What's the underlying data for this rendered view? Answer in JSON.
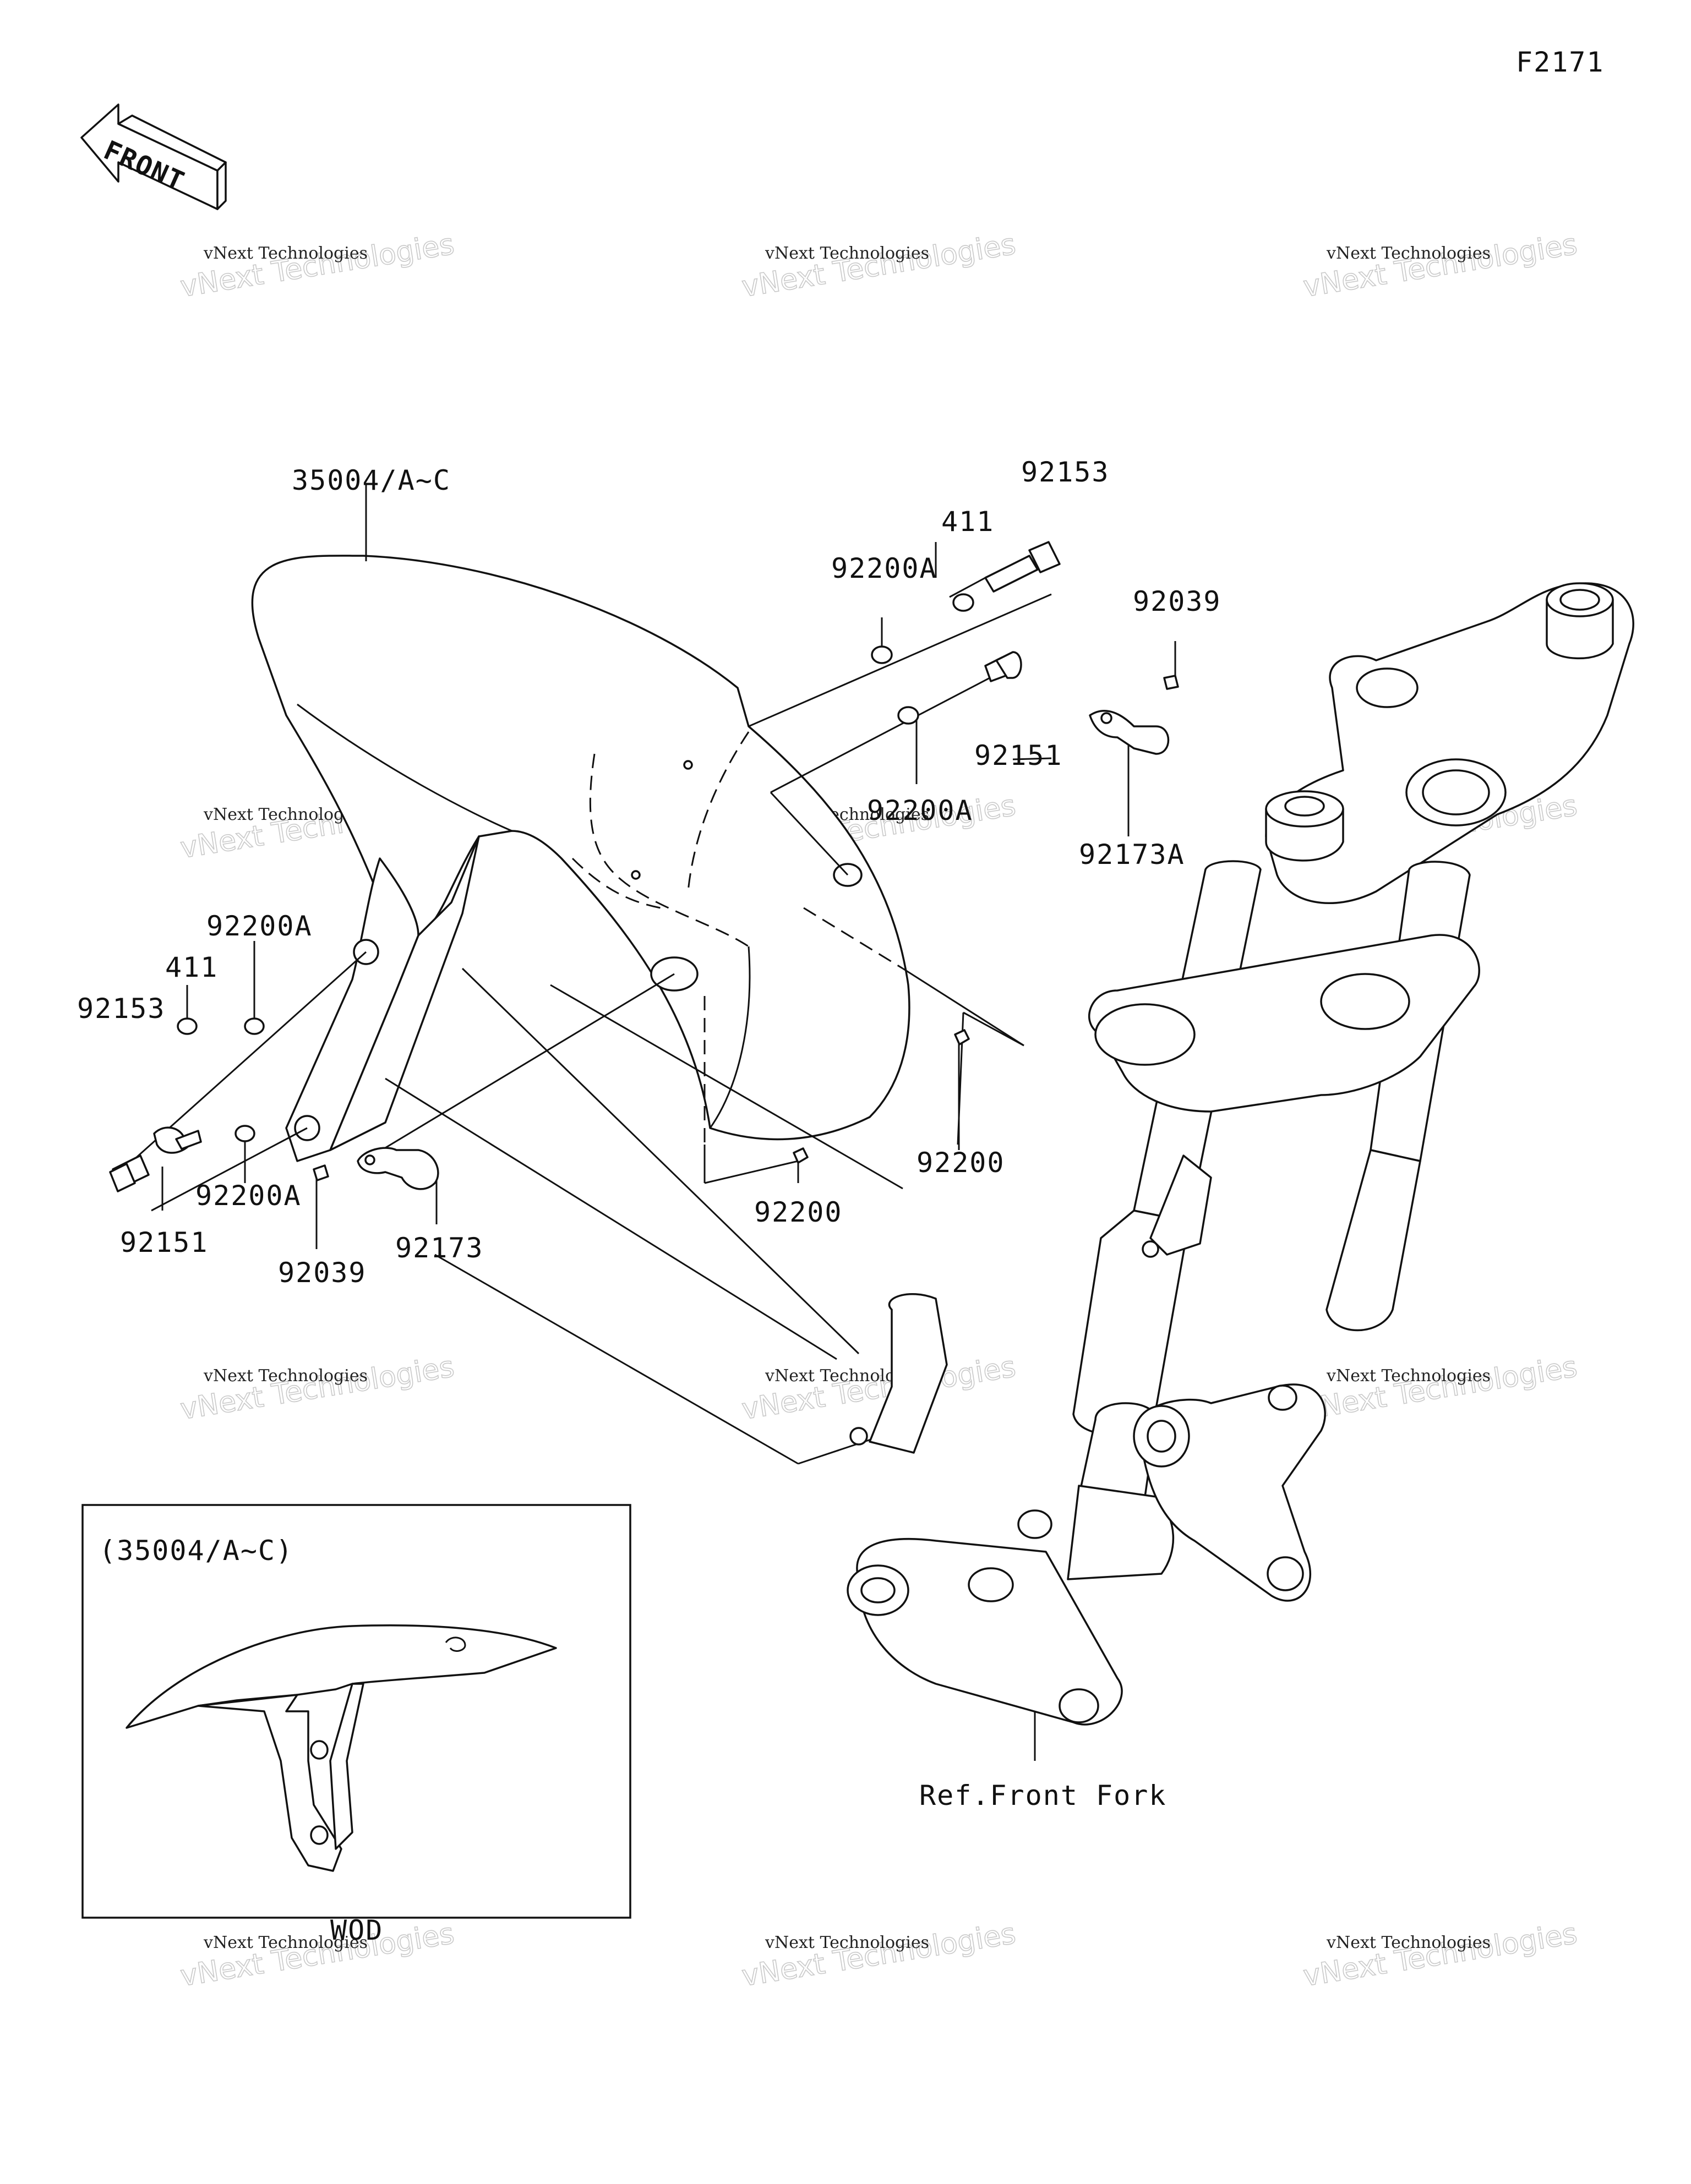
{
  "figure_code": "F2171",
  "front_arrow_text": "FRONT",
  "watermark": {
    "line1": "vNext Technologies",
    "big": "vNext Technologies"
  },
  "labels": {
    "fender_main": "35004/A~C",
    "bolt_top_right": "92153",
    "part_411_top": "411",
    "washer_92200a_top": "92200A",
    "screw_92039_top": "92039",
    "bolt_92151_top": "92151",
    "washer_92200a_mid": "92200A",
    "clamp_92173a": "92173A",
    "washer_92200a_left": "92200A",
    "part_411_left": "411",
    "bolt_92153_left": "92153",
    "nut_92200_right": "92200",
    "nut_92200_bottom": "92200",
    "washer_92200a_lower": "92200A",
    "bolt_92151_left": "92151",
    "screw_92039_left": "92039",
    "clamp_92173": "92173",
    "inset_title": "(35004/A~C)",
    "inset_caption": "WOD",
    "front_fork_ref": "Ref.Front Fork"
  }
}
